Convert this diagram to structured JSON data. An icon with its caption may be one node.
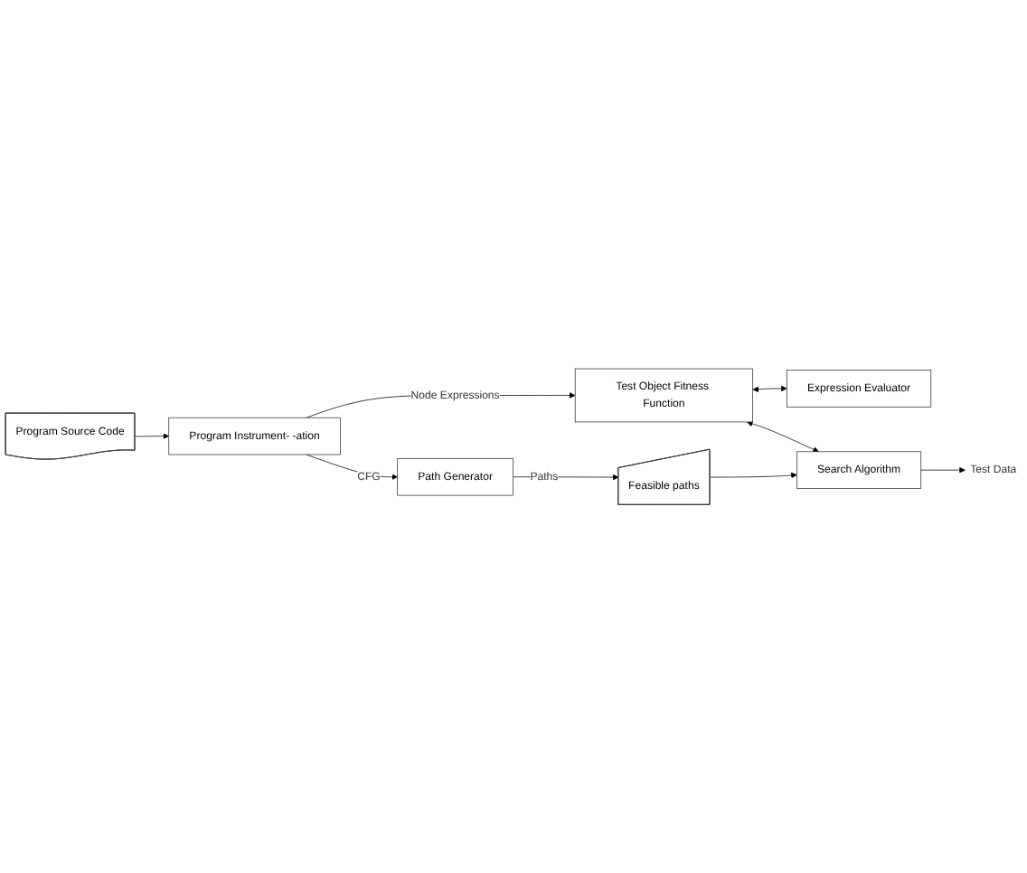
{
  "diagram": {
    "nodes": [
      {
        "text": [
          "Expression Evaluator"
        ]
      },
      {
        "text": [
          "Program Source Code"
        ]
      },
      {
        "text": [
          "Program Instrument- -ation"
        ]
      },
      {
        "text": [
          "Test Object Fitness Function"
        ]
      },
      {
        "text": [
          "Path Generator"
        ]
      },
      {
        "text": [
          "Feasible paths"
        ]
      },
      {
        "text": [
          "Search Algorithm"
        ]
      },
      {
        "text": [
          "Test Data"
        ]
      }
    ],
    "edges": [
      {
        "from": 1,
        "to": 2,
        "arrow": "to"
      },
      {
        "from": 2,
        "to": 3,
        "arrow": "to",
        "label": "Node Expressions"
      },
      {
        "from": 2,
        "to": 4,
        "arrow": "to",
        "label": "CFG"
      },
      {
        "from": 3,
        "to": 0,
        "arrow": "both"
      },
      {
        "from": 3,
        "to": 6,
        "arrow": "both"
      },
      {
        "from": 4,
        "to": 5,
        "arrow": "to",
        "label": "Paths"
      },
      {
        "from": 5,
        "to": 6,
        "arrow": "to"
      },
      {
        "from": 6,
        "to": 7,
        "arrow": "to"
      }
    ]
  }
}
